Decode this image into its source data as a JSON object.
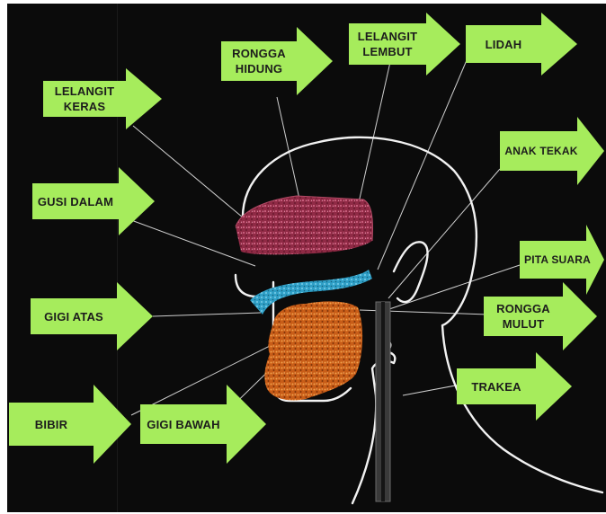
{
  "colors": {
    "board": "#0b0b0b",
    "arrow": "#a6ec5c",
    "outline": "#f2f2f2",
    "pointer": "#cfcfcf",
    "palate": "#8f2a45",
    "upper_teeth": "#2f9fc6",
    "lower_teeth": "#c85d18",
    "trachea": "#4a4a4a"
  },
  "labels": {
    "lelangit_keras": "LELANGIT KERAS",
    "gusi_dalam": "GUSI DALAM",
    "gigi_atas": "GIGI ATAS",
    "bibir": "BIBIR",
    "gigi_bawah": "GIGI BAWAH",
    "rongga_hidung": "RONGGA HIDUNG",
    "lelangit_lembut": "LELANGIT LEMBUT",
    "lidah": "LIDAH",
    "anak_tekak": "ANAK TEKAK",
    "pita_suara": "PITA SUARA",
    "rongga_mulut": "RONGGA MULUT",
    "trakea": "TRAKEA"
  }
}
